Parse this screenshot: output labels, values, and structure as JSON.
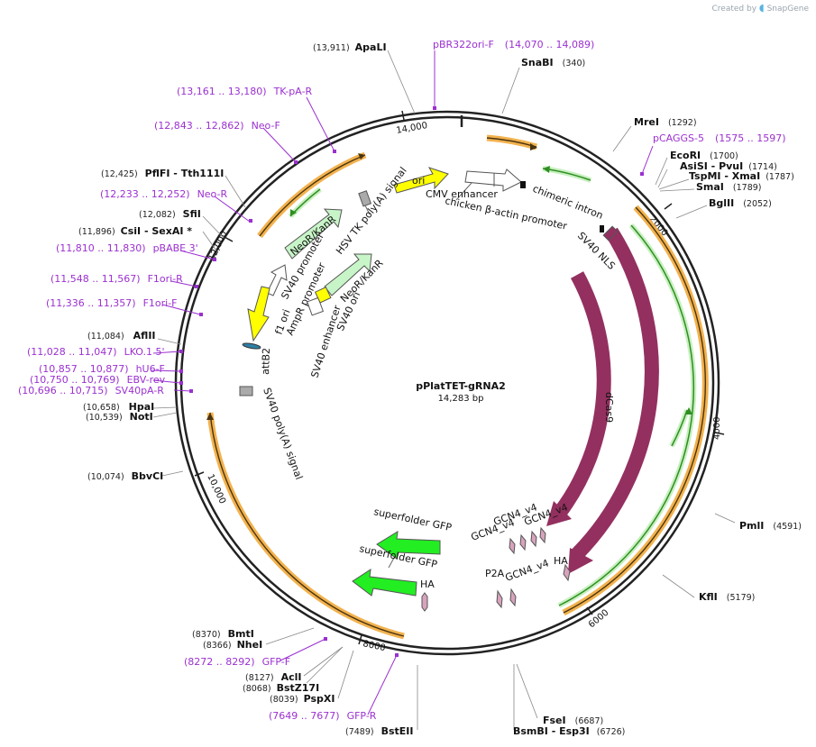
{
  "branding": {
    "created_by": "Created by",
    "product": "SnapGene"
  },
  "plasmid": {
    "name": "pPlatTET-gRNA2",
    "length": "14,283 bp"
  },
  "ticks": [
    "2000",
    "4000",
    "6000",
    "8000",
    "10,000",
    "12,000",
    "14,000"
  ],
  "sites": [
    {
      "id": "apali",
      "pos": "(13,911)",
      "name": "ApaLI"
    },
    {
      "id": "snabi",
      "pos": "(340)",
      "name": "SnaBI"
    },
    {
      "id": "mrei",
      "pos": "(1292)",
      "name": "MreI"
    },
    {
      "id": "ecori",
      "pos": "(1700)",
      "name": "EcoRI"
    },
    {
      "id": "asisi",
      "pos": "(1714)",
      "name": "AsiSI  - PvuI"
    },
    {
      "id": "tspmi",
      "pos": "(1787)",
      "name": "TspMI  - XmaI"
    },
    {
      "id": "smai",
      "pos": "(1789)",
      "name": "SmaI"
    },
    {
      "id": "bglii",
      "pos": "(2052)",
      "name": "BglII"
    },
    {
      "id": "pmli",
      "pos": "(4591)",
      "name": "PmlI"
    },
    {
      "id": "kfli",
      "pos": "(5179)",
      "name": "KflI"
    },
    {
      "id": "fsei",
      "pos": "(6687)",
      "name": "FseI"
    },
    {
      "id": "bsmbi",
      "pos": "(6726)",
      "name": "BsmBI  - Esp3I"
    },
    {
      "id": "bsteii",
      "pos": "(7489)",
      "name": "BstEII"
    },
    {
      "id": "pspxi",
      "pos": "(8039)",
      "name": "PspXI"
    },
    {
      "id": "bstz17i",
      "pos": "(8068)",
      "name": "BstZ17I"
    },
    {
      "id": "acli",
      "pos": "(8127)",
      "name": "AclI"
    },
    {
      "id": "nhei",
      "pos": "(8366)",
      "name": "NheI"
    },
    {
      "id": "bmti",
      "pos": "(8370)",
      "name": "BmtI"
    },
    {
      "id": "bbvci",
      "pos": "(10,074)",
      "name": "BbvCI"
    },
    {
      "id": "noti",
      "pos": "(10,539)",
      "name": "NotI"
    },
    {
      "id": "hpai",
      "pos": "(10,658)",
      "name": "HpaI"
    },
    {
      "id": "aflii",
      "pos": "(11,084)",
      "name": "AflII"
    },
    {
      "id": "csii",
      "pos": "(11,896)",
      "name": "CsiI  - SexAI *"
    },
    {
      "id": "sfii",
      "pos": "(12,082)",
      "name": "SfiI"
    },
    {
      "id": "pflfi",
      "pos": "(12,425)",
      "name": "PflFI  - Tth111I"
    }
  ],
  "primers": [
    {
      "id": "pbr322ori-f",
      "name": "pBR322ori-F",
      "range": "(14,070 .. 14,089)"
    },
    {
      "id": "tk-pa-r",
      "name": "TK-pA-R",
      "range": "(13,161 .. 13,180)"
    },
    {
      "id": "neo-f",
      "name": "Neo-F",
      "range": "(12,843 .. 12,862)"
    },
    {
      "id": "neo-r",
      "name": "Neo-R",
      "range": "(12,233 .. 12,252)"
    },
    {
      "id": "pbabe-3",
      "name": "pBABE 3'",
      "range": "(11,810 .. 11,830)"
    },
    {
      "id": "f1ori-r",
      "name": "F1ori-R",
      "range": "(11,548 .. 11,567)"
    },
    {
      "id": "f1ori-f",
      "name": "F1ori-F",
      "range": "(11,336 .. 11,357)"
    },
    {
      "id": "lko1-5",
      "name": "LKO.1 5'",
      "range": "(11,028 .. 11,047)"
    },
    {
      "id": "hu6-f",
      "name": "hU6-F",
      "range": "(10,857 .. 10,877)"
    },
    {
      "id": "ebv-rev",
      "name": "EBV-rev",
      "range": "(10,750 .. 10,769)"
    },
    {
      "id": "sv40pa-r",
      "name": "SV40pA-R",
      "range": "(10,696 .. 10,715)"
    },
    {
      "id": "pcaggs-5",
      "name": "pCAGGS-5",
      "range": "(1575 .. 1597)"
    },
    {
      "id": "gfp-f",
      "name": "GFP-F",
      "range": "(8272 .. 8292)"
    },
    {
      "id": "gfp-r",
      "name": "GFP-R",
      "range": "(7649 .. 7677)"
    }
  ],
  "features": {
    "ori": "ori",
    "cmv_enhancer": "CMV enhancer",
    "cba_promoter": "chicken β-actin promoter",
    "chimeric_intron": "chimeric intron",
    "sv40_nls": "SV40 NLS",
    "dcas9": "dCas9",
    "cas9": "Cas9",
    "hsv_tk_polya": "HSV TK poly(A) signal",
    "neor_kanr_outer": "NeoR/KanR",
    "neor_kanr_inner": "NeoR/KanR",
    "sv40_promoter": "SV40 promoter",
    "f1_ori": "f1 ori",
    "ampr_promoter": "AmpR promoter",
    "sv40_enhancer": "SV40 enhancer",
    "sv40_ori": "SV40 ori",
    "attb2": "attB2",
    "sv40_polya": "SV40 poly(A) signal",
    "gcn4_1": "GCN4_v4",
    "gcn4_2": "GCN4_v4",
    "gcn4_3": "GCN4_v4",
    "gcn4_4": "GCN4_v4",
    "p2a": "P2A",
    "ha1": "HA",
    "ha2": "HA",
    "sfgfp1": "superfolder GFP",
    "sfgfp2": "superfolder GFP"
  },
  "colors": {
    "backbone": "#222222",
    "cas9": "#93305f",
    "orange_frame": "#f2b24e",
    "green_frame": "#3aa528",
    "ori": "#ffff00",
    "sfgfp": "#22ee22",
    "neor": "#c8f5c8",
    "gcn4": "#d7a3bd",
    "primer": "#9b30d0"
  }
}
